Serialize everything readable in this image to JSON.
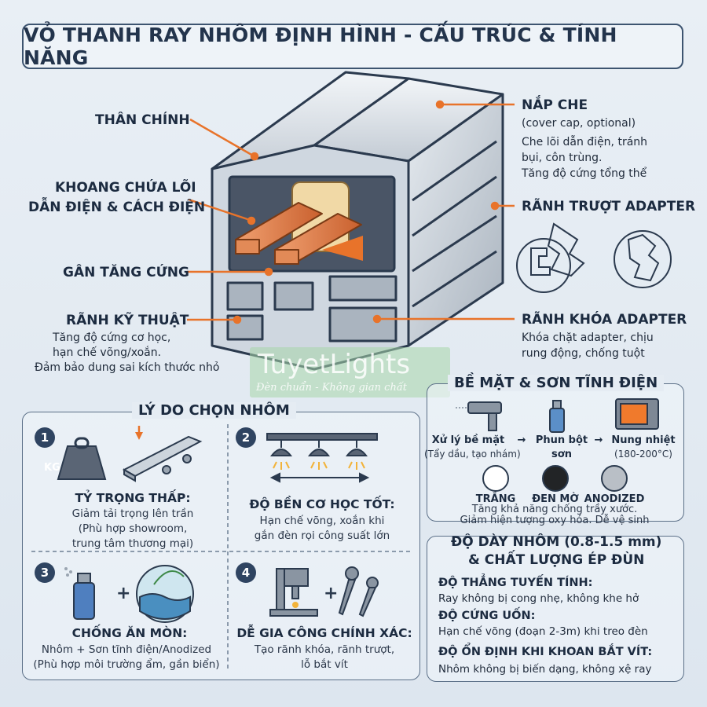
{
  "title": "VỎ THANH RAY NHÔM ĐỊNH HÌNH - CẤU TRÚC & TÍNH NĂNG",
  "labels": {
    "than_chinh": "THÂN CHÍNH",
    "khoang_1": "KHOANG CHỨA LÕI",
    "khoang_2": "DẪN ĐIỆN & CÁCH ĐIỆN",
    "gan": "GÂN TĂNG CỨNG",
    "ranh_ky_thuat": "RÃNH KỸ THUẬT",
    "ranh_ky_thuat_desc": [
      "Tăng độ cứng cơ học,",
      "hạn chế võng/xoắn.",
      "Đảm bảo dung sai kích thước nhỏ"
    ],
    "nap_che": "NẮP CHE",
    "nap_che_desc": [
      "(cover cap, optional)",
      "Che lõi dẫn điện, tránh",
      "bụi, côn trùng.",
      "Tăng độ cứng tổng thể"
    ],
    "ranh_truot": "RÃNH TRƯỢT ADAPTER",
    "ranh_khoa": "RÃNH KHÓA ADAPTER",
    "ranh_khoa_desc": [
      "Khóa chặt adapter, chịu",
      "rung động, chống tuột"
    ]
  },
  "watermark": {
    "brand": "TuyetLights",
    "slogan": "Đèn chuẩn - Không gian chất"
  },
  "reasons": {
    "title": "LÝ DO CHỌN NHÔM",
    "items": [
      {
        "num": "1",
        "caption": "TỶ TRỌNG THẤP:",
        "lines": [
          "Giảm tải trọng lên trần",
          "(Phù hợp showroom,",
          "trung tâm thương mại)"
        ],
        "weight_label": "KG"
      },
      {
        "num": "2",
        "caption": "ĐỘ BỀN CƠ HỌC TỐT:",
        "lines": [
          "Hạn chế võng, xoắn khi",
          "gắn đèn rọi công suất lớn"
        ]
      },
      {
        "num": "3",
        "caption": "CHỐNG ĂN MÒN:",
        "lines": [
          "Nhôm + Sơn tĩnh điện/Anodized",
          "(Phù hợp môi trường ẩm, gần biển)"
        ]
      },
      {
        "num": "4",
        "caption": "DỄ GIA CÔNG CHÍNH XÁC:",
        "lines": [
          "Tạo rãnh khóa, rãnh trượt,",
          "lỗ bắt vít"
        ]
      }
    ]
  },
  "surface": {
    "title": "BỀ MẶT & SƠN TĨNH ĐIỆN",
    "steps": [
      {
        "name": "Xử lý bề mặt",
        "note": "(Tẩy dầu, tạo nhám)"
      },
      {
        "name": "Phun bột",
        "note": "sơn"
      },
      {
        "name": "Nung nhiệt",
        "note": "(180-200°C)"
      }
    ],
    "arrow": "→",
    "finishes": [
      {
        "name": "TRẮNG",
        "color": "#ffffff"
      },
      {
        "name": "ĐEN MỜ",
        "color": "#222426"
      },
      {
        "name": "ANODIZED",
        "color": "#b9bfc6"
      }
    ],
    "notes": [
      "Tăng khả năng chống trầy xước.",
      "Giảm hiện tượng oxy hóa. Dễ vệ sinh"
    ]
  },
  "thickness": {
    "title_1": "ĐỘ DÀY NHÔM (0.8-1.5 mm)",
    "title_2": "& CHẤT LƯỢNG ÉP ĐÙN",
    "items": [
      {
        "head": "ĐỘ THẲNG TUYẾN TÍNH:",
        "text": "Ray không bị cong nhẹ, không khe hở"
      },
      {
        "head": "ĐỘ CỨNG UỐN:",
        "text": "Hạn chế võng (đoạn 2-3m) khi treo đèn"
      },
      {
        "head": "ĐỘ ỔN ĐỊNH KHI KHOAN BẮT VÍT:",
        "text": "Nhôm không bị biến dạng, không xệ ray"
      }
    ]
  },
  "colors": {
    "accent": "#e8732a",
    "navy": "#2f4461",
    "aluminum": "#c9d1da",
    "copper": "#d9794a"
  }
}
